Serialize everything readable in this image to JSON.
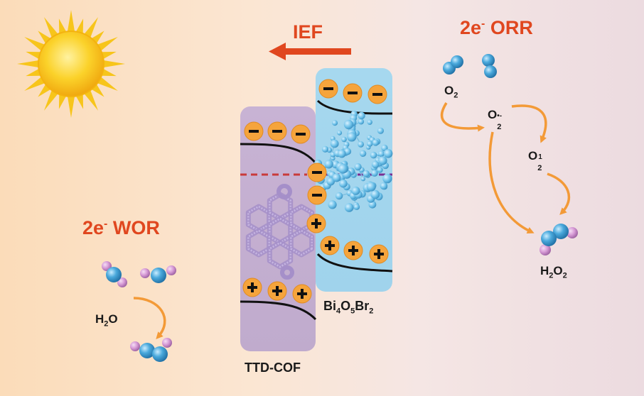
{
  "ief_label": "IEF",
  "orr": {
    "title_main": "2e",
    "title_sup": "-",
    "title_rest": " ORR"
  },
  "wor": {
    "title_main": "2e",
    "title_sup": "-",
    "title_rest": " WOR"
  },
  "species": {
    "o2": {
      "main": "O",
      "sub": "2"
    },
    "o2_superoxide": {
      "main": "O",
      "sub": "2",
      "sup": "•-"
    },
    "singlet_o2": {
      "main": "O",
      "sub": "2",
      "sup": "1"
    },
    "h2o2": {
      "main": "H",
      "sub1": "2",
      "mid": "O",
      "sub2": "2"
    },
    "h2o": {
      "main": "H",
      "sub": "2",
      "rest": "O"
    }
  },
  "materials": {
    "cof": "TTD-COF",
    "bob": {
      "p1": "Bi",
      "s1": "4",
      "p2": "O",
      "s2": "5",
      "p3": "Br",
      "s3": "2"
    }
  },
  "charges": {
    "minus": "−",
    "plus": "+"
  },
  "colors": {
    "accent_orange": "#e0471f",
    "charge_orange": "#f5a43c",
    "cof_panel": "#cbb6d6",
    "bob_panel": "#a9d9ef",
    "oxygen_blue": "#4aa9dc",
    "hydrogen_pink": "#d79bd6",
    "sun_yellow": "#f7c51b",
    "arrow_orange": "#f39a37"
  },
  "icons": [
    "sun-icon",
    "arrow-icon",
    "molecule-icon",
    "charge-icon"
  ]
}
